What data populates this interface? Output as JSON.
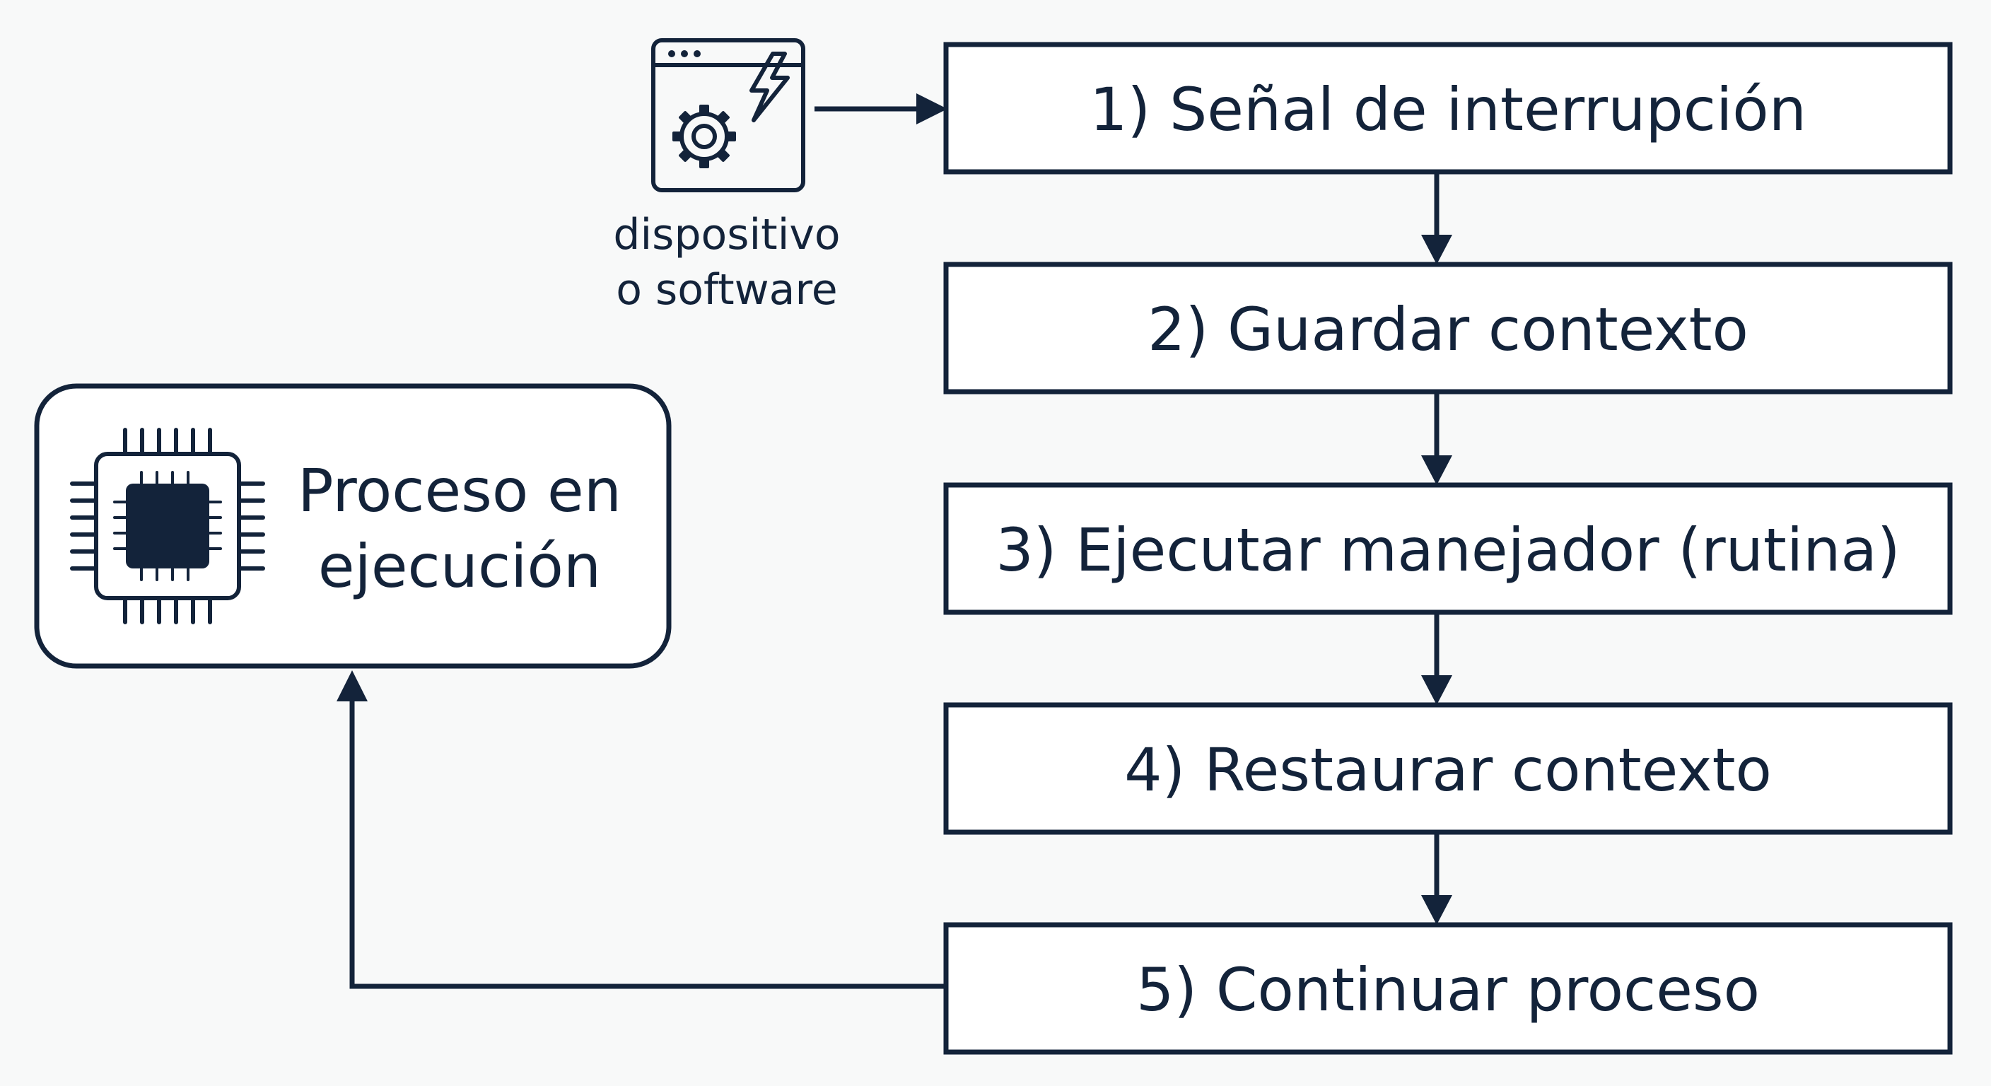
{
  "steps": [
    {
      "label": "1) Señal de interrupción"
    },
    {
      "label": "2) Guardar contexto"
    },
    {
      "label": "3) Ejecutar manejador (rutina)"
    },
    {
      "label": "4) Restaurar contexto"
    },
    {
      "label": "5) Continuar proceso"
    }
  ],
  "source": {
    "line1": "dispositivo",
    "line2": "o software",
    "icon": "window-gear-lightning-icon"
  },
  "process": {
    "line1": "Proceso en",
    "line2": "ejecución",
    "icon": "cpu-chip-icon"
  },
  "colors": {
    "ink": "#13233a",
    "background": "#f8f9f9",
    "box_fill": "#ffffff"
  }
}
